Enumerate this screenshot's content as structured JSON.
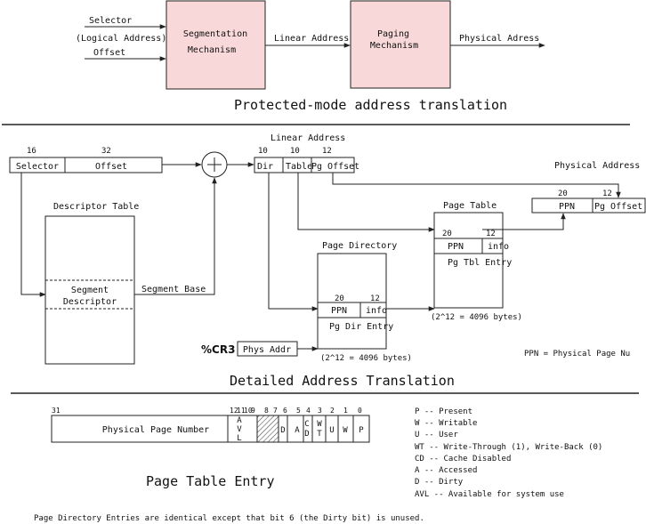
{
  "colors": {
    "mechanism_fill": "#f8d8d8",
    "line": "#222222",
    "hatch": "#555555"
  },
  "top": {
    "selector": "Selector",
    "logical_address": "(Logical Address)",
    "offset": "Offset",
    "segmentation": [
      "Segmentation",
      "Mechanism"
    ],
    "linear_address": "Linear Address",
    "paging": [
      "Paging",
      "Mechanism"
    ],
    "physical_address": "Physical Adress",
    "caption": "Protected-mode address translation"
  },
  "detail": {
    "bits_selector": "16",
    "bits_offset": "32",
    "selector": "Selector",
    "offset": "Offset",
    "linear_address": "Linear Address",
    "bits_dir": "10",
    "bits_table": "10",
    "bits_pgoffset": "12",
    "dir": "Dir",
    "table": "Table",
    "pg_offset": "Pg Offset",
    "descriptor_table": "Descriptor Table",
    "segment_descriptor": [
      "Segment",
      "Descriptor"
    ],
    "segment_base": "Segment Base",
    "page_directory": "Page Directory",
    "page_table": "Page Table",
    "physical_address": "Physical Address",
    "pd_bits_ppn": "20",
    "pd_bits_info": "12",
    "pd_ppn": "PPN",
    "pd_info": "info",
    "pd_entry": "Pg Dir Entry",
    "pt_bits_ppn": "20",
    "pt_bits_info": "12",
    "pt_ppn": "PPN",
    "pt_info": "info",
    "pt_entry": "Pg Tbl Entry",
    "pt_size": "(2^12 = 4096 bytes)",
    "pd_size": "(2^12 = 4096 bytes)",
    "phys_bits_ppn": "20",
    "phys_bits_off": "12",
    "phys_ppn": "PPN",
    "phys_off": "Pg Offset",
    "cr3": "%CR3",
    "phys_addr": "Phys Addr",
    "ppn_legend": "PPN = Physical Page Nu",
    "caption": "Detailed Address Translation"
  },
  "pte": {
    "bit31": "31",
    "bit_labels": [
      "12",
      "11",
      "10",
      "9",
      "8",
      "7",
      "6",
      "5",
      "4",
      "3",
      "2",
      "1",
      "0"
    ],
    "ppn": "Physical Page Number",
    "avl": [
      "A",
      "V",
      "L"
    ],
    "d": "D",
    "a": "A",
    "cd": [
      "C",
      "D"
    ],
    "wt": [
      "W",
      "T"
    ],
    "u": "U",
    "w": "W",
    "p": "P",
    "caption": "Page Table Entry",
    "legend": [
      "P -- Present",
      "W -- Writable",
      "U -- User",
      "WT -- Write-Through (1), Write-Back (0)",
      "CD -- Cache Disabled",
      "A -- Accessed",
      "D -- Dirty",
      "AVL -- Available for system use"
    ],
    "footnote": "Page Directory Entries are identical except that bit 6 (the Dirty bit) is unused."
  }
}
